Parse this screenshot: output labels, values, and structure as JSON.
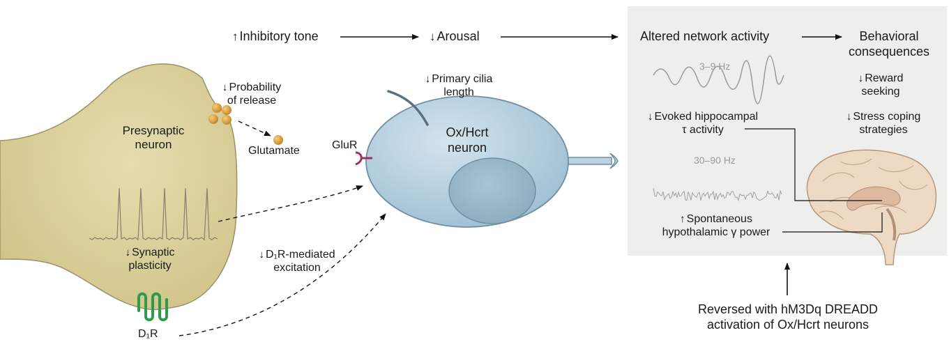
{
  "flow": {
    "inhibitory_tone": "Inhibitory tone",
    "arousal": "Arousal",
    "altered_network": "Altered network activity",
    "behavioral_1": "Behavioral",
    "behavioral_2": "consequences"
  },
  "presynaptic": {
    "title_1": "Presynaptic",
    "title_2": "neuron",
    "prob_1": "Probability",
    "prob_2": "of release",
    "glutamate": "Glutamate",
    "synaptic_1": "Synaptic",
    "synaptic_2": "plasticity",
    "d1r": "D₁R"
  },
  "oxhcrt": {
    "title_1": "Ox/Hcrt",
    "title_2": "neuron",
    "cilia_1": "Primary cilia",
    "cilia_2": "length",
    "glur": "GluR",
    "d1r_1": "D₁R-mediated",
    "d1r_2": "excitation"
  },
  "network": {
    "theta_freq": "3–9 Hz",
    "evoked_1": "Evoked hippocampal",
    "evoked_2": "τ activity",
    "gamma_freq": "30–90 Hz",
    "spont_1": "Spontaneous",
    "spont_2": "hypothalamic γ power"
  },
  "behavior": {
    "reward_1": "Reward",
    "reward_2": "seeking",
    "stress_1": "Stress coping",
    "stress_2": "strategies"
  },
  "reversal": {
    "line_1": "Reversed with hM3Dq DREADD",
    "line_2": "activation of Ox/Hcrt neurons"
  },
  "colors": {
    "presynaptic_fill": "#ddd3a0",
    "oxhcrt_fill": "#bcd4e2",
    "panel_bg": "#eeeeec",
    "glutamate": "#d9a03a",
    "receptor_d1": "#2f9a4c",
    "receptor_glur": "#a03060"
  }
}
